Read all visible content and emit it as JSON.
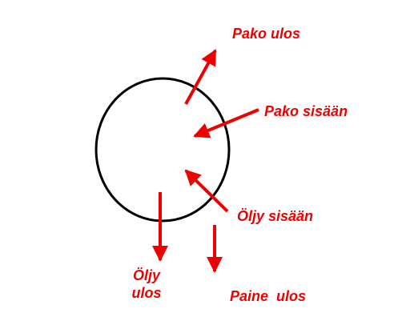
{
  "colors": {
    "arrow": "#ee0000",
    "label": "#ee0000",
    "circle": "#000000",
    "background": "#ffffff"
  },
  "labels": {
    "pako_ulos": "Pako ulos",
    "pako_sisaan": "Pako sisään",
    "oljy_sisaan": "Öljy sisään",
    "oljy_ulos_line1": "Öljy",
    "oljy_ulos_line2": "ulos",
    "paine_ulos": "Paine  ulos"
  }
}
